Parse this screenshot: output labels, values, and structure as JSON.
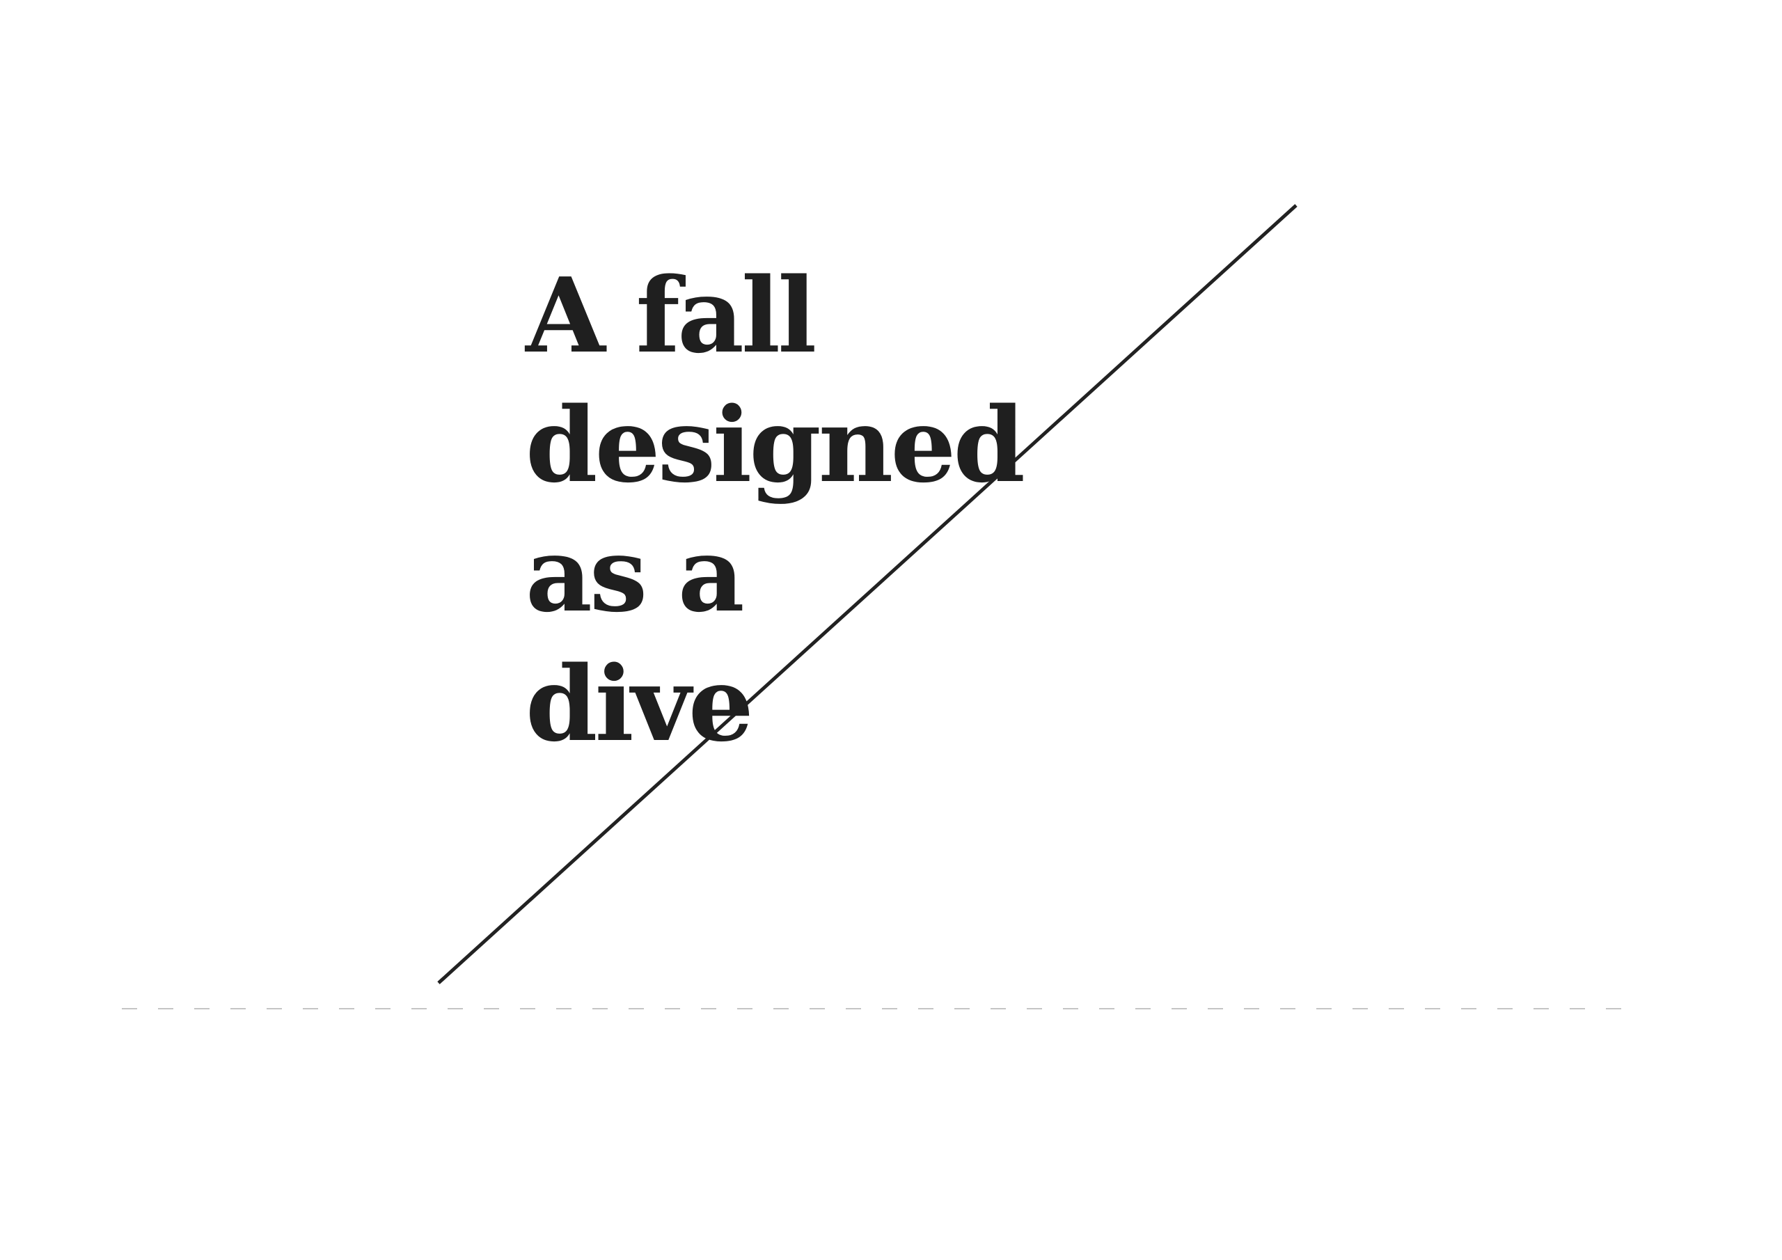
{
  "headline": {
    "lines": [
      "A fall",
      "designed",
      "as a",
      "dive"
    ]
  },
  "colors": {
    "text": "#1f1f1f",
    "line": "#222222",
    "baseline_dash": "#c4c4c4",
    "background": "#ffffff"
  }
}
